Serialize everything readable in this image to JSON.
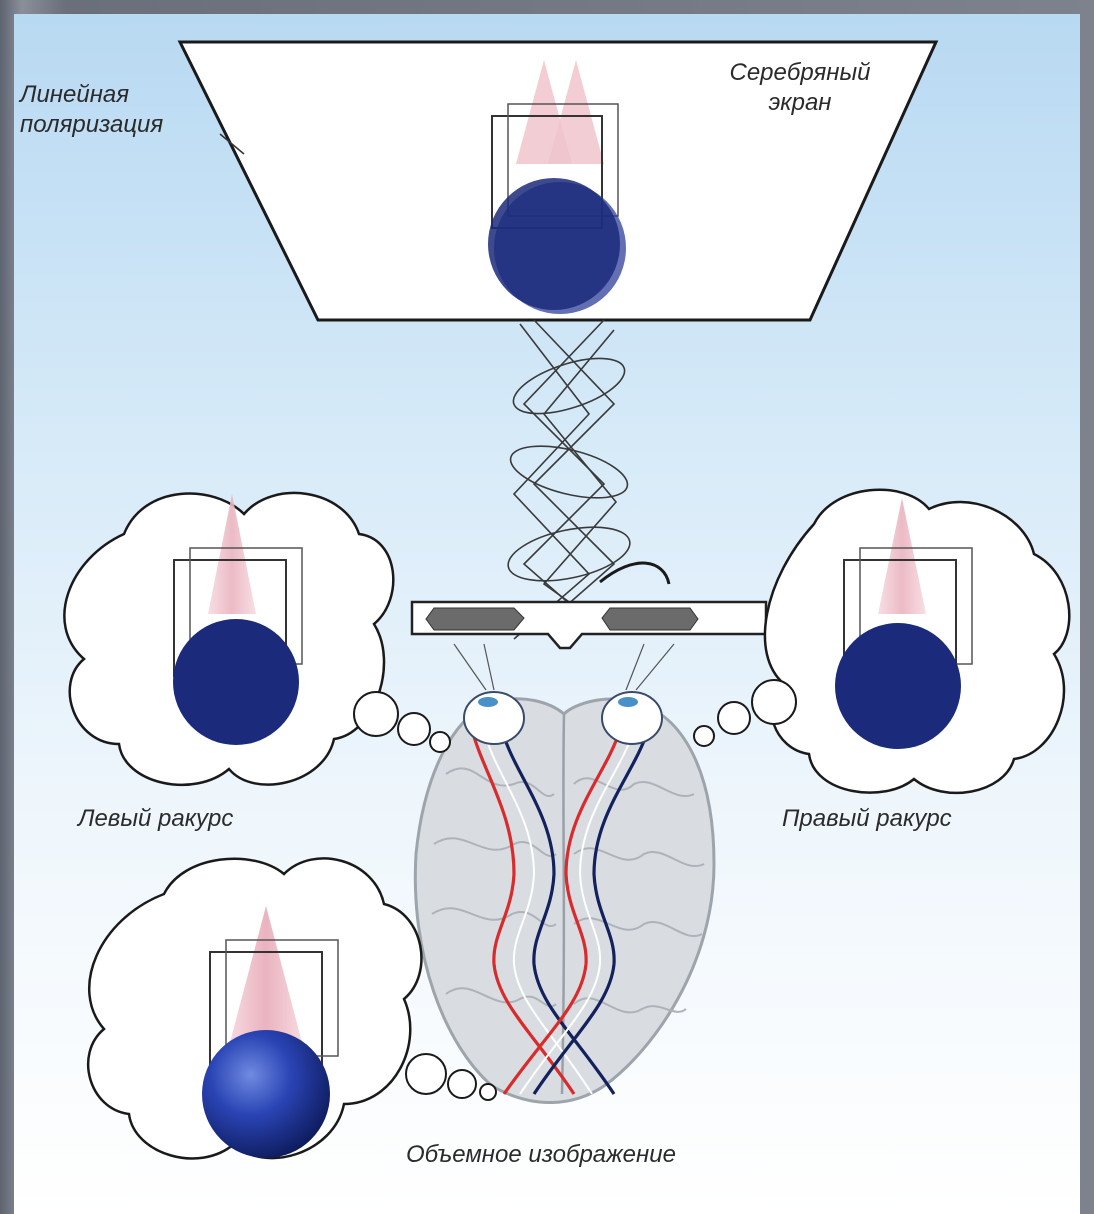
{
  "labels": {
    "linear_polarization": "Линейная поляризация",
    "silver_screen": "Серебряный экран",
    "left_view": "Левый ракурс",
    "right_view": "Правый ракурс",
    "volume_image": "Объемное изображение"
  },
  "colors": {
    "sky_top": "#b8d9f2",
    "ball_blue": "#1b2a7a",
    "cone_pink": "#f2c6cf",
    "nerve_red": "#d92b2b",
    "nerve_blue": "#13215c"
  },
  "icons": [
    "screen",
    "glasses",
    "brain",
    "eye",
    "thought-bubble",
    "sphere",
    "cone",
    "wireframe-box"
  ]
}
